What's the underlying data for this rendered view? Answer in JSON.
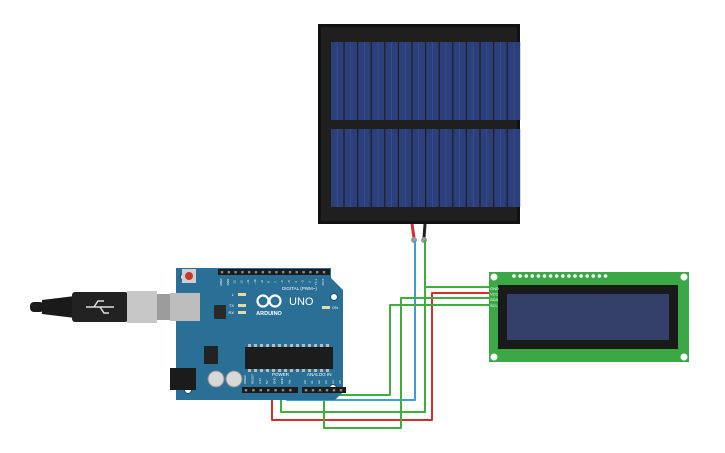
{
  "arduino": {
    "brand": "ARDUINO",
    "model": "UNO",
    "digital_header": "DIGITAL (PWM~)",
    "power_header": "POWER",
    "analog_header": "ANALOG IN",
    "led_labels": [
      "L",
      "TX",
      "RX"
    ],
    "on_label": "ON",
    "digital_pins": [
      "AREF",
      "GND",
      "13",
      "12",
      "~11",
      "~10",
      "~9",
      "8",
      "7",
      "~6",
      "~5",
      "4",
      "~3",
      "2",
      "TX 1",
      "RX 0"
    ],
    "power_pins": [
      "IOREF",
      "RESET",
      "3.3V",
      "5V",
      "GND",
      "GND",
      "Vin"
    ],
    "analog_pins": [
      "A0",
      "A1",
      "A2",
      "A3",
      "A4",
      "A5"
    ]
  },
  "lcd": {
    "pins": [
      "GND",
      "VCC",
      "SDA",
      "SCL"
    ]
  },
  "colors": {
    "board": "#2a6f96",
    "wire_red": "#d32f2f",
    "wire_blue": "#3b9fd6",
    "wire_green": "#3fae3f",
    "lcd_pcb": "#3aa845",
    "lcd_screen": "#34406a",
    "solar_cell": "#2b3f7a"
  }
}
